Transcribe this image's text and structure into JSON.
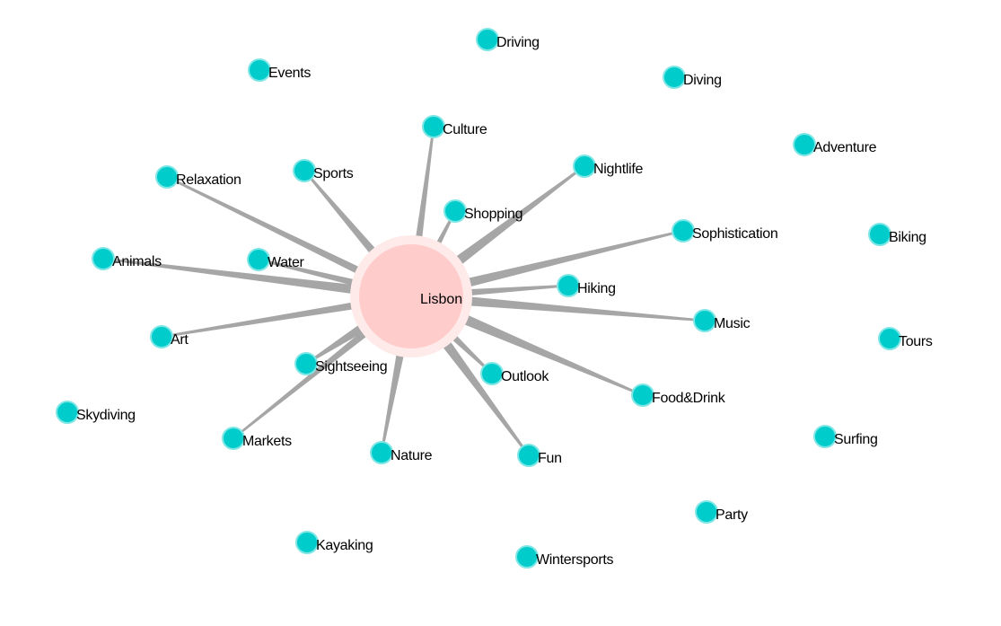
{
  "graph": {
    "center": {
      "label": "Lisbon",
      "color": "#ffcccc",
      "halo_color": "#ffeaea"
    },
    "node_color": "#00cccc",
    "node_stroke": "#7fe6e6",
    "edge_color": "#a6a6a6",
    "nodes": [
      {
        "id": "driving",
        "label": "Driving",
        "connected": false
      },
      {
        "id": "events",
        "label": "Events",
        "connected": false
      },
      {
        "id": "diving",
        "label": "Diving",
        "connected": false
      },
      {
        "id": "culture",
        "label": "Culture",
        "connected": true,
        "weight": 3
      },
      {
        "id": "adventure",
        "label": "Adventure",
        "connected": false
      },
      {
        "id": "nightlife",
        "label": "Nightlife",
        "connected": true,
        "weight": 5
      },
      {
        "id": "relaxation",
        "label": "Relaxation",
        "connected": true,
        "weight": 3
      },
      {
        "id": "sports",
        "label": "Sports",
        "connected": true,
        "weight": 4
      },
      {
        "id": "shopping",
        "label": "Shopping",
        "connected": true,
        "weight": 3
      },
      {
        "id": "sophistication",
        "label": "Sophistication",
        "connected": true,
        "weight": 4
      },
      {
        "id": "biking",
        "label": "Biking",
        "connected": false
      },
      {
        "id": "animals",
        "label": "Animals",
        "connected": true,
        "weight": 4
      },
      {
        "id": "water",
        "label": "Water",
        "connected": true,
        "weight": 3
      },
      {
        "id": "hiking",
        "label": "Hiking",
        "connected": true,
        "weight": 3
      },
      {
        "id": "music",
        "label": "Music",
        "connected": true,
        "weight": 4
      },
      {
        "id": "art",
        "label": "Art",
        "connected": true,
        "weight": 3
      },
      {
        "id": "tours",
        "label": "Tours",
        "connected": false
      },
      {
        "id": "sightseeing",
        "label": "Sightseeing",
        "connected": true,
        "weight": 6
      },
      {
        "id": "outlook",
        "label": "Outlook",
        "connected": true,
        "weight": 4
      },
      {
        "id": "fooddrink",
        "label": "Food&Drink",
        "connected": true,
        "weight": 5
      },
      {
        "id": "skydiving",
        "label": "Skydiving",
        "connected": false
      },
      {
        "id": "markets",
        "label": "Markets",
        "connected": true,
        "weight": 3
      },
      {
        "id": "nature",
        "label": "Nature",
        "connected": true,
        "weight": 4
      },
      {
        "id": "fun",
        "label": "Fun",
        "connected": true,
        "weight": 5
      },
      {
        "id": "surfing",
        "label": "Surfing",
        "connected": false
      },
      {
        "id": "party",
        "label": "Party",
        "connected": false
      },
      {
        "id": "kayaking",
        "label": "Kayaking",
        "connected": false
      },
      {
        "id": "wintersports",
        "label": "Wintersports",
        "connected": false
      }
    ]
  }
}
